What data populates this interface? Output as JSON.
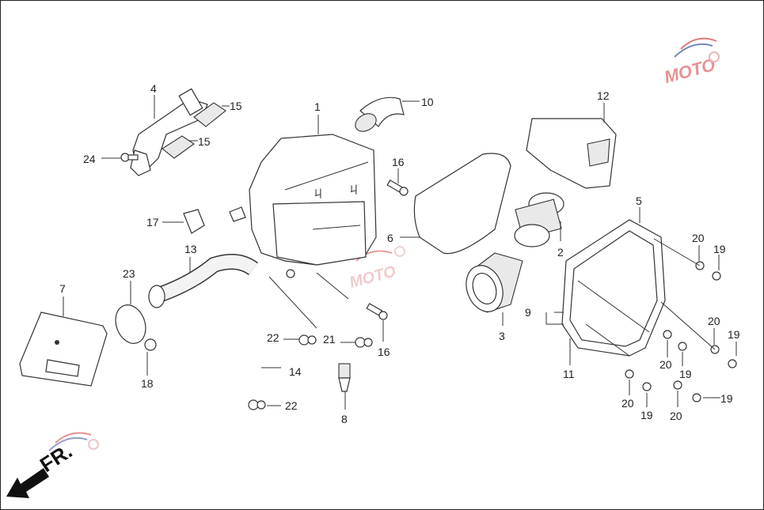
{
  "direction_label": "FR.",
  "callouts": [
    {
      "id": "c1",
      "text": "1"
    },
    {
      "id": "c2",
      "text": "2"
    },
    {
      "id": "c3",
      "text": "3"
    },
    {
      "id": "c4",
      "text": "4"
    },
    {
      "id": "c5",
      "text": "5"
    },
    {
      "id": "c6",
      "text": "6"
    },
    {
      "id": "c7",
      "text": "7"
    },
    {
      "id": "c8",
      "text": "8"
    },
    {
      "id": "c9",
      "text": "9"
    },
    {
      "id": "c10",
      "text": "10"
    },
    {
      "id": "c11",
      "text": "11"
    },
    {
      "id": "c12",
      "text": "12"
    },
    {
      "id": "c13",
      "text": "13"
    },
    {
      "id": "c14",
      "text": "14"
    },
    {
      "id": "c15a",
      "text": "15"
    },
    {
      "id": "c15b",
      "text": "15"
    },
    {
      "id": "c16a",
      "text": "16"
    },
    {
      "id": "c16b",
      "text": "16"
    },
    {
      "id": "c17",
      "text": "17"
    },
    {
      "id": "c18",
      "text": "18"
    },
    {
      "id": "c19a",
      "text": "19"
    },
    {
      "id": "c19b",
      "text": "19"
    },
    {
      "id": "c19c",
      "text": "19"
    },
    {
      "id": "c19d",
      "text": "19"
    },
    {
      "id": "c19e",
      "text": "19"
    },
    {
      "id": "c20a",
      "text": "20"
    },
    {
      "id": "c20b",
      "text": "20"
    },
    {
      "id": "c20c",
      "text": "20"
    },
    {
      "id": "c20d",
      "text": "20"
    },
    {
      "id": "c20e",
      "text": "20"
    },
    {
      "id": "c21",
      "text": "21"
    },
    {
      "id": "c22a",
      "text": "22"
    },
    {
      "id": "c22b",
      "text": "22"
    },
    {
      "id": "c23",
      "text": "23"
    },
    {
      "id": "c24",
      "text": "24"
    }
  ],
  "watermark": {
    "logo": "MOTO",
    "color_blue": "#4a5ea8",
    "color_red": "#d94b4b"
  }
}
